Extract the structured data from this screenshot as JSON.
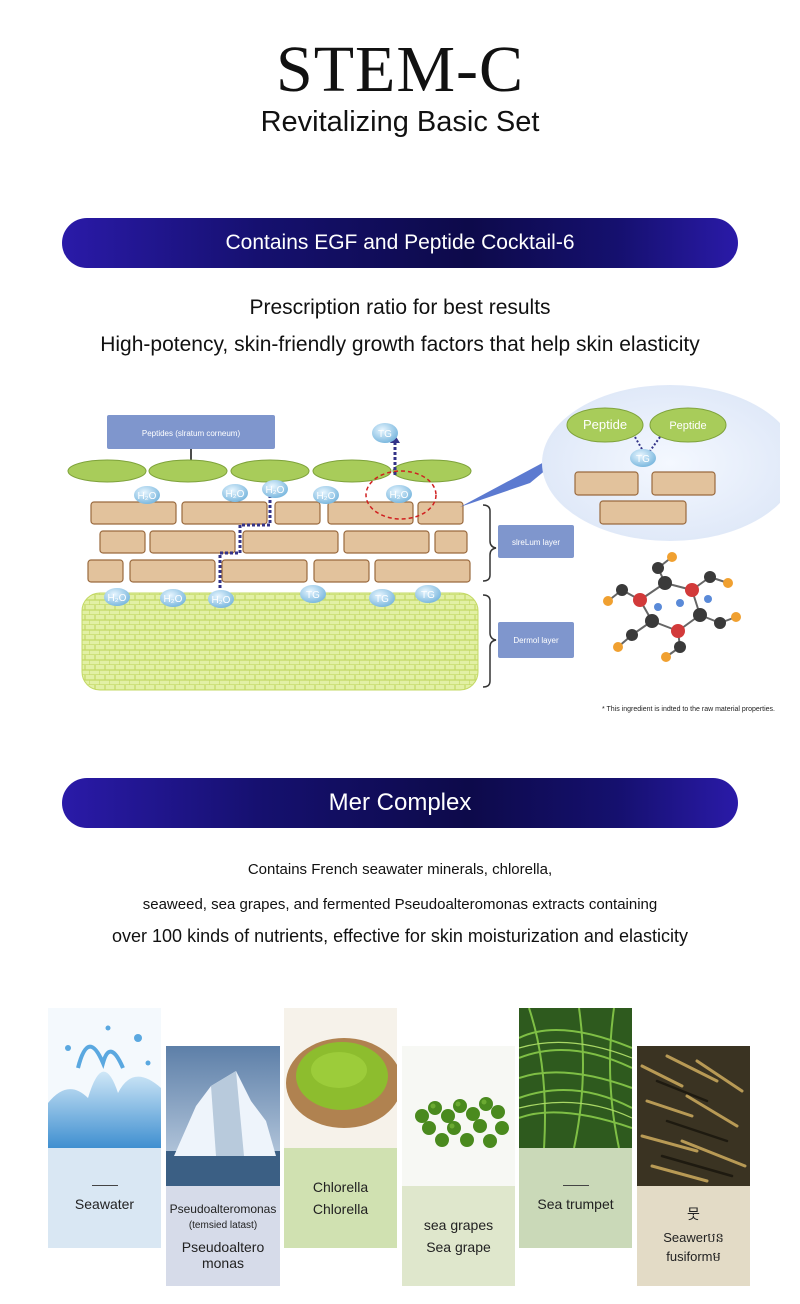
{
  "header": {
    "title": "STEM-C",
    "subtitle": "Revitalizing Basic Set"
  },
  "section1": {
    "banner": "Contains EGF and Peptide Cocktail-6",
    "line1": "Prescription ratio for best results",
    "line2": "High-potency, skin-friendly growth factors that help skin elasticity"
  },
  "diagram": {
    "peptide_box": "Peptides (slratum corneum)",
    "tg": "TG",
    "h2o": "H₂O",
    "stratum_label": "slreLum layer",
    "dermal_label": "Dermol layer",
    "zoom_peptide_1": "Peptide",
    "zoom_peptide_2": "Peptide",
    "zoom_tg": "TG",
    "footnote": "* This ingredient is indted to the raw material properties.",
    "colors": {
      "leaf": "#a8cc5a",
      "brick": "#e2c29c",
      "brick_border": "#9a6a3e",
      "drop": "#8fc7e8",
      "label_box": "#7f96cd",
      "dermis": "#dfee9a"
    }
  },
  "section2": {
    "banner": "Mer Complex",
    "line1": "Contains French seawater minerals, chlorella,",
    "line2": "seaweed, sea grapes, and fermented Pseudoalteromonas extracts containing",
    "line3": "over 100 kinds of nutrients, effective for skin moisturization and elasticity"
  },
  "ingredients": [
    {
      "name": "Seawater",
      "image_icon": "water-splash-icon",
      "label_color": "#d9e7f3"
    },
    {
      "name": "Pseudoalteromonas",
      "note": "(temsied latast)",
      "name2": "Pseudoaltero",
      "name3": "monas",
      "image_icon": "iceberg-icon",
      "label_color": "#d6dbe9"
    },
    {
      "name": "Chlorella",
      "name2": "Chlorella",
      "image_icon": "chlorella-powder-icon",
      "label_color": "#d0e1b1"
    },
    {
      "name": "sea grapes",
      "name2": "Sea grape",
      "image_icon": "sea-grapes-icon",
      "label_color": "#dfe7cc"
    },
    {
      "name": "Sea trumpet",
      "image_icon": "sea-trumpet-icon",
      "label_color": "#cad9b8"
    },
    {
      "korean": "뭇",
      "name": "Seawerបន",
      "name2": "fusiformម",
      "image_icon": "dried-seaweed-icon",
      "label_color": "#e3dbc6"
    }
  ]
}
